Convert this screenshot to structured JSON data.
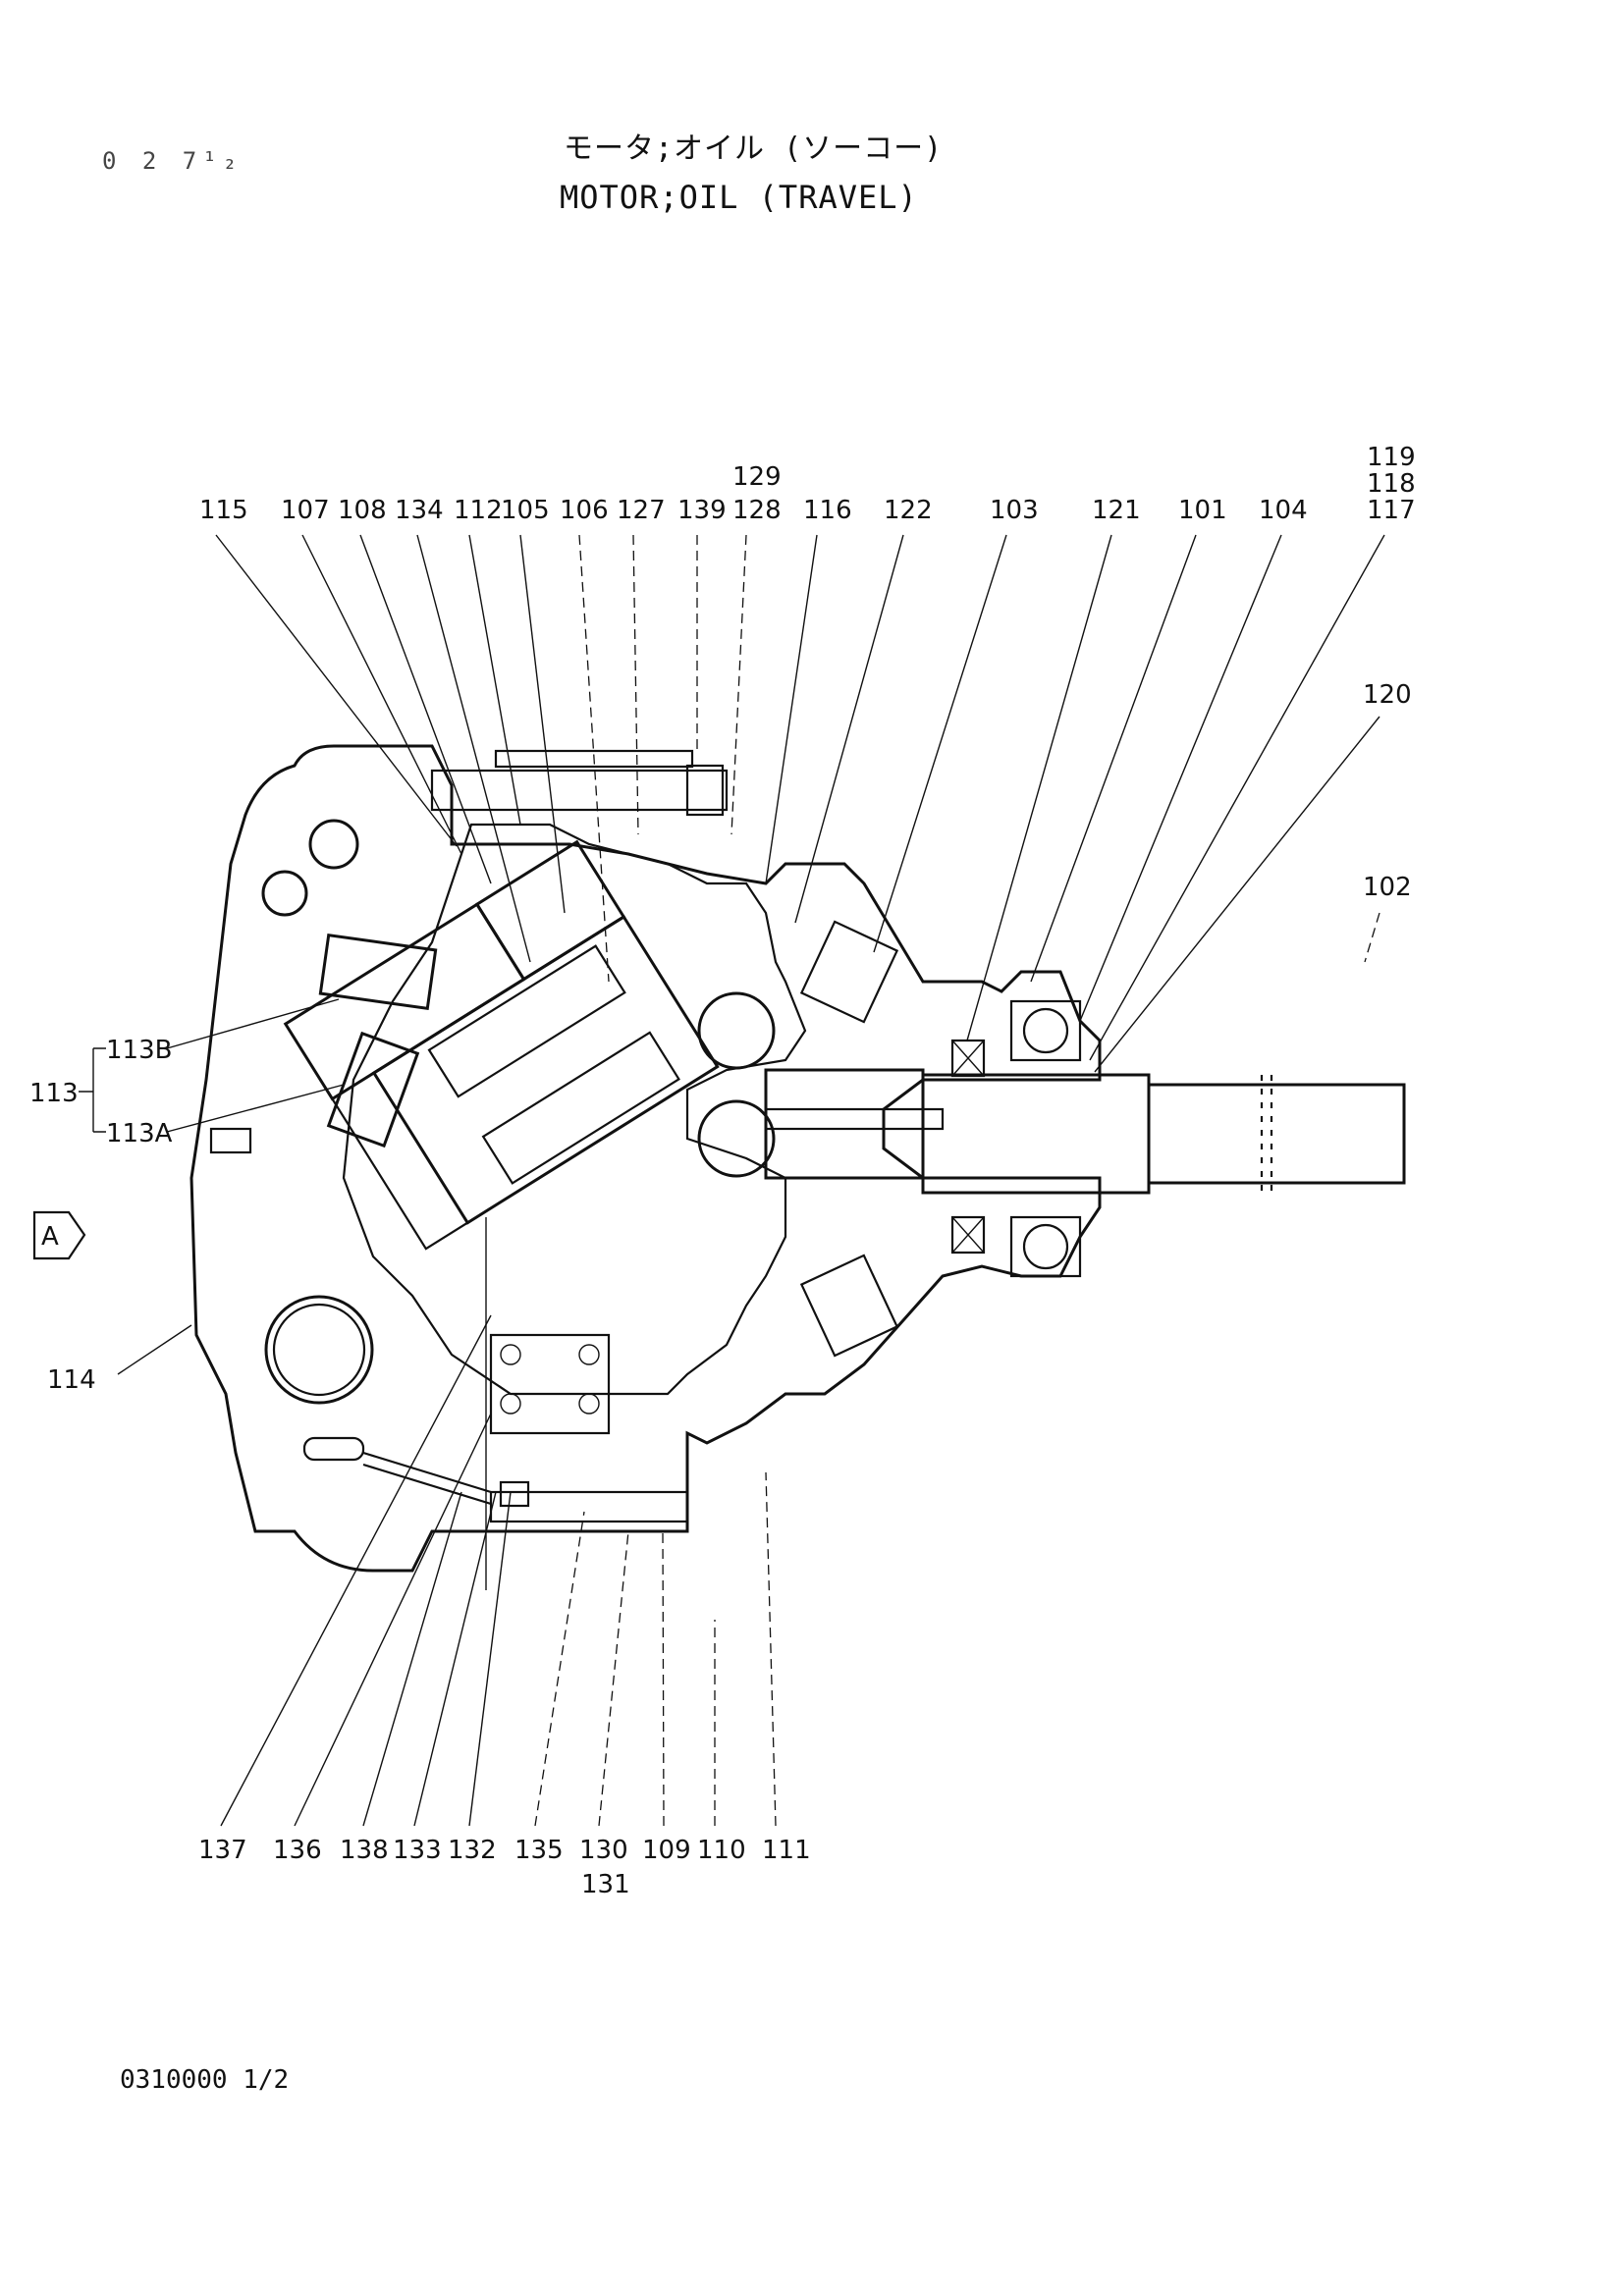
{
  "doc_code": "0 2 7¹₂",
  "title_jp": "モータ;オイル (ソーコー)",
  "title_en": "MOTOR;OIL (TRAVEL)",
  "page_ref": "0310000 1/2",
  "view_arrow_label": "A",
  "callouts_top": [
    "115",
    "107",
    "108",
    "134",
    "112",
    "105",
    "106",
    "127",
    "139",
    "129",
    "128",
    "116",
    "122",
    "103",
    "121",
    "101",
    "104",
    "119",
    "118",
    "117",
    "120",
    "102"
  ],
  "callouts_left": [
    "113B",
    "113",
    "113A",
    "114"
  ],
  "callouts_bottom": [
    "137",
    "136",
    "138",
    "133",
    "132",
    "135",
    "130",
    "131",
    "109",
    "110",
    "111"
  ]
}
